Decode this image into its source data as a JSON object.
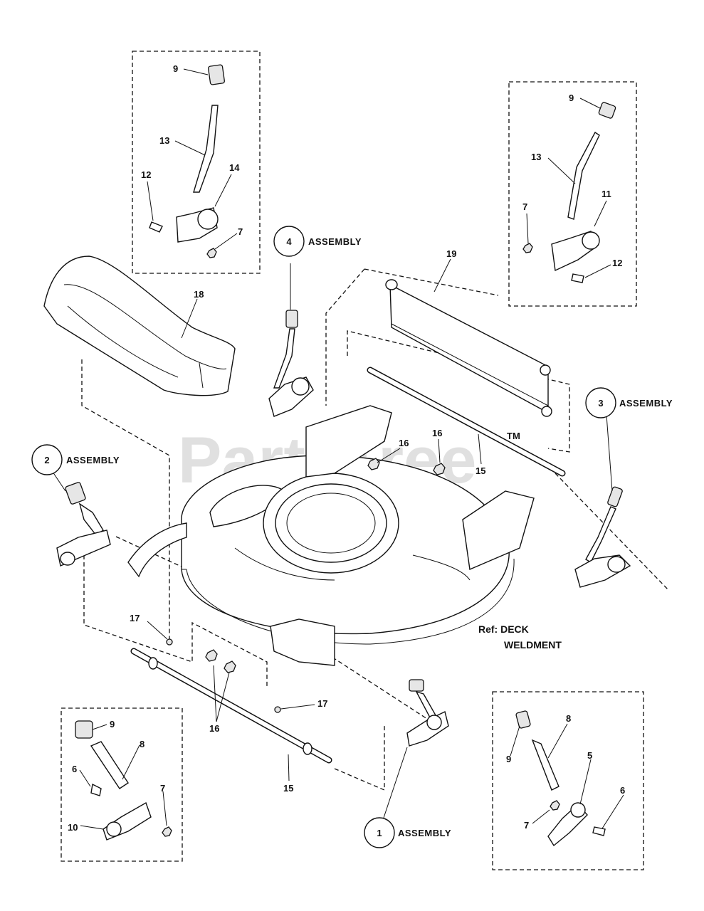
{
  "watermark": "PartsTree",
  "watermark_tm": "TM",
  "reference": {
    "line1": "Ref: DECK",
    "line2": "WELDMENT"
  },
  "assembly_word": "ASSEMBLY",
  "assemblies": [
    "1",
    "2",
    "3",
    "4"
  ],
  "callouts": {
    "tl_9": "9",
    "tl_13": "13",
    "tl_12": "12",
    "tl_14": "14",
    "tl_7": "7",
    "tr_9": "9",
    "tr_13": "13",
    "tr_7": "7",
    "tr_11": "11",
    "tr_12": "12",
    "bl_9": "9",
    "bl_8": "8",
    "bl_6": "6",
    "bl_7": "7",
    "bl_10": "10",
    "br_8": "8",
    "br_9": "9",
    "br_5": "5",
    "br_6": "6",
    "br_7": "7",
    "p18": "18",
    "p19": "19",
    "p16a": "16",
    "p16b": "16",
    "p16c": "16",
    "p15a": "15",
    "p15b": "15",
    "p17a": "17",
    "p17b": "17"
  }
}
